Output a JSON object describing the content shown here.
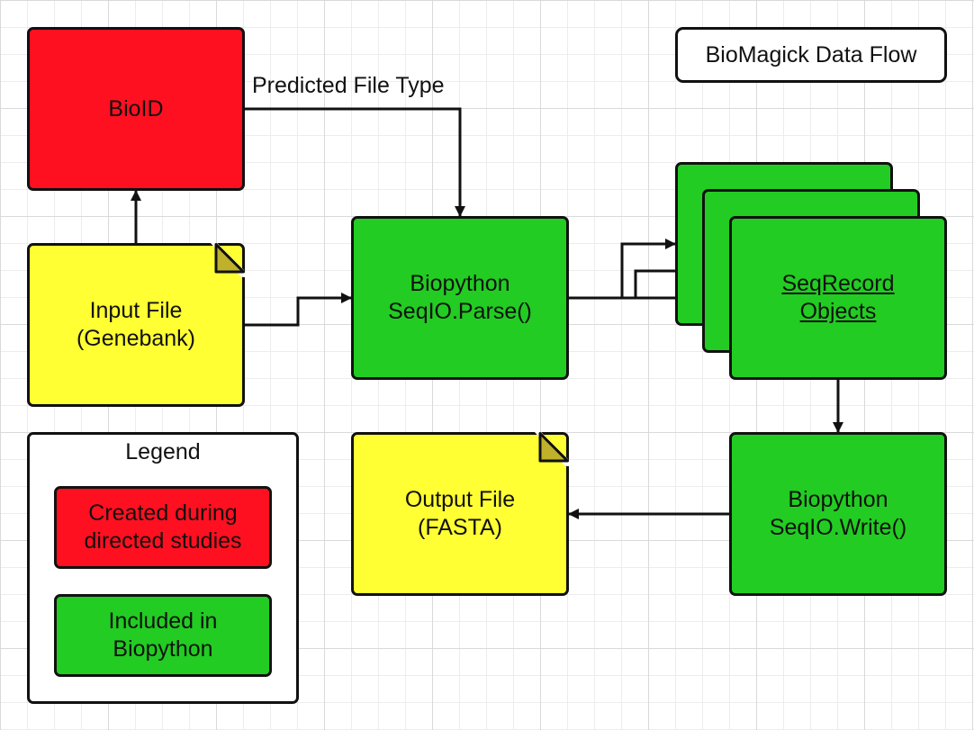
{
  "title": "BioMagick Data Flow",
  "colors": {
    "red": "#ff1020",
    "green": "#22cc22",
    "yellow": "#ffff33",
    "stroke": "#111111"
  },
  "nodes": {
    "bioid": {
      "label": "BioID"
    },
    "input_file": {
      "line1": "Input File",
      "line2": "(Genebank)"
    },
    "parse": {
      "line1": "Biopython",
      "line2": "SeqIO.Parse()"
    },
    "seqrecord": {
      "line1": "SeqRecord",
      "line2": "Objects"
    },
    "write": {
      "line1": "Biopython",
      "line2": "SeqIO.Write()"
    },
    "output_file": {
      "line1": "Output File",
      "line2": "(FASTA)"
    }
  },
  "edges": {
    "predicted_label": "Predicted File Type"
  },
  "legend": {
    "title": "Legend",
    "red_line1": "Created during",
    "red_line2": "directed studies",
    "green_line1": "Included in",
    "green_line2": "Biopython"
  }
}
